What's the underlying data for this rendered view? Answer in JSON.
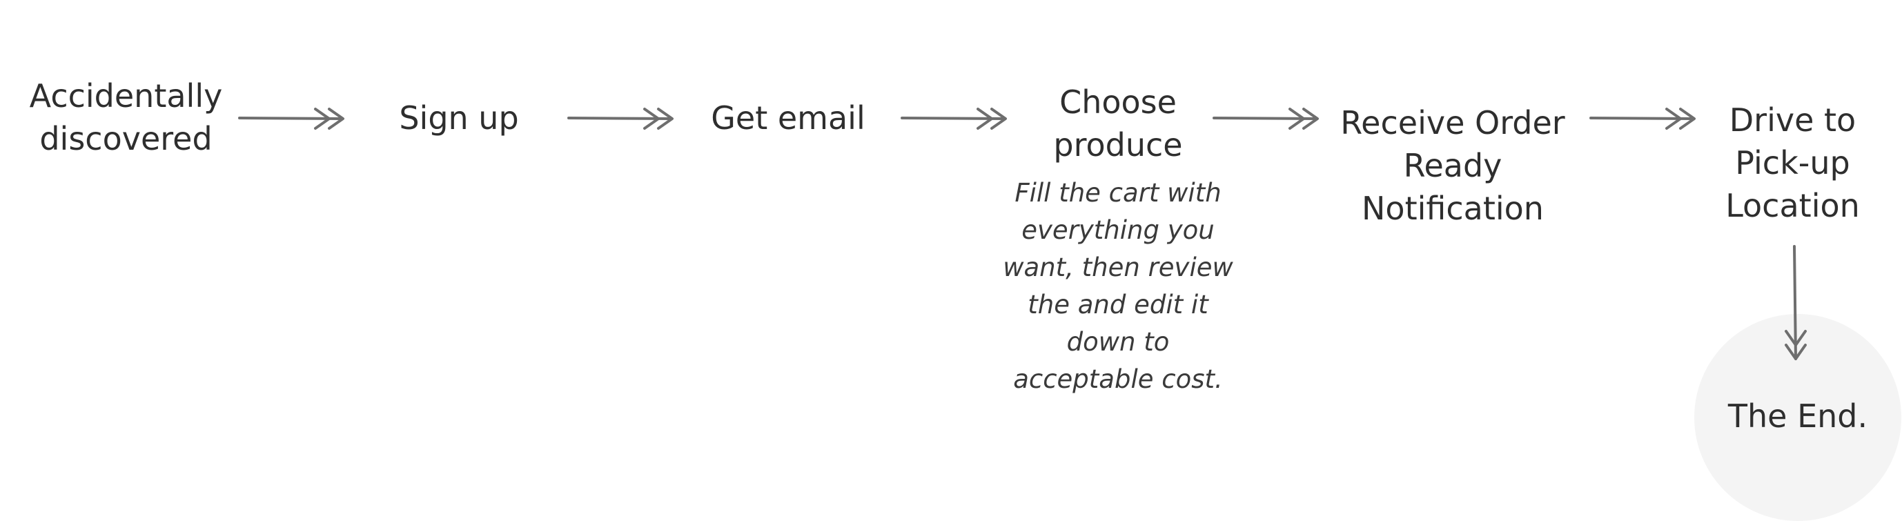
{
  "steps": [
    {
      "lines": [
        "Accidentally",
        "discovered"
      ]
    },
    {
      "lines": [
        "Sign up"
      ]
    },
    {
      "lines": [
        "Get email"
      ]
    },
    {
      "lines": [
        "Choose",
        "produce"
      ]
    },
    {
      "lines": [
        "Receive Order",
        "Ready",
        "Notification"
      ]
    },
    {
      "lines": [
        "Drive to",
        "Pick-up",
        "Location"
      ]
    },
    {
      "lines": [
        "The End."
      ]
    }
  ],
  "note": {
    "lines": [
      "Fill the cart with",
      "everything you",
      "want, then review",
      "the and edit it",
      "down to",
      "acceptable cost."
    ]
  },
  "colors": {
    "arrow": "#6e6e6e",
    "text": "#2e2e2e",
    "end_circle": "#f4f4f4"
  }
}
